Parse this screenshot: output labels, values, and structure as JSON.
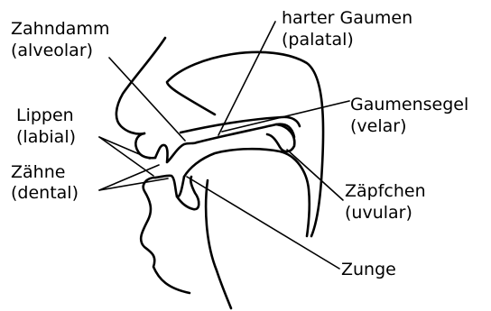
{
  "labels": {
    "zahndamm": {
      "line1": "Zahndamm",
      "line2": "(alveolar)"
    },
    "harter_gaumen": {
      "line1": "harter Gaumen",
      "line2": "(palatal)"
    },
    "lippen": {
      "line1": "Lippen",
      "line2": "(labial)"
    },
    "gaumensegel": {
      "line1": "Gaumensegel",
      "line2": "(velar)"
    },
    "zaehne": {
      "line1": "Zähne",
      "line2": "(dental)"
    },
    "zaepfchen": {
      "line1": "Zäpfchen",
      "line2": "(uvular)"
    },
    "zunge": {
      "line1": "Zunge"
    }
  },
  "colors": {
    "stroke": "#000000",
    "background": "#ffffff"
  }
}
